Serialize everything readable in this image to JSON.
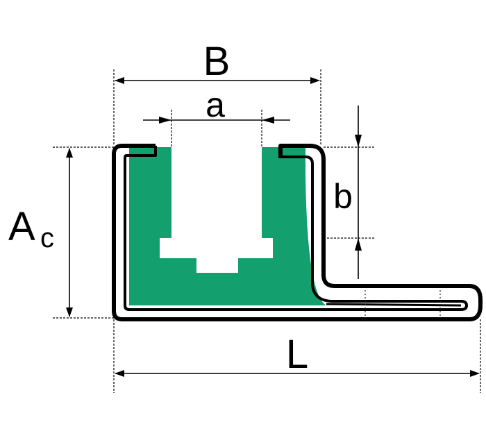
{
  "labels": {
    "B": "B",
    "a": "a",
    "b": "b",
    "A": "A",
    "c": "c",
    "L": "L"
  },
  "colors": {
    "insert": "#13a06e",
    "profile": "#000000",
    "background": "#ffffff"
  }
}
